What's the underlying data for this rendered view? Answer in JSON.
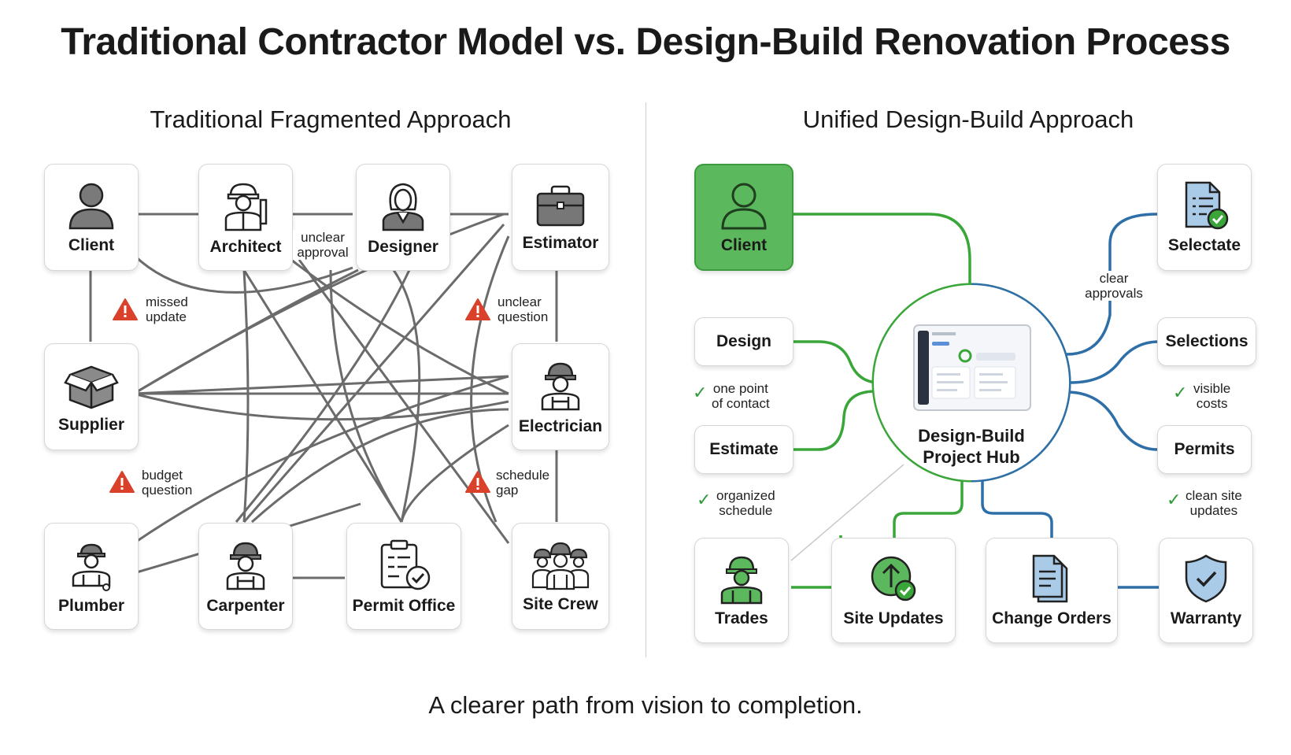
{
  "title": "Traditional Contractor Model vs. Design-Build Renovation Process",
  "left": {
    "heading": "Traditional Fragmented Approach",
    "cards": {
      "client": "Client",
      "architect": "Architect",
      "designer": "Designer",
      "estimator": "Estimator",
      "supplier": "Supplier",
      "electrician": "Electrician",
      "plumber": "Plumber",
      "carpenter": "Carpenter",
      "permit_office": "Permit Office",
      "site_crew": "Site Crew"
    },
    "notes": {
      "unclear_approval": [
        "unclear",
        "approval"
      ],
      "missed_update": [
        "missed",
        "update"
      ],
      "unclear_question": [
        "unclear",
        "question"
      ],
      "budget_question": [
        "budget",
        "question"
      ],
      "schedule_gap": [
        "schedule",
        "gap"
      ]
    }
  },
  "right": {
    "heading": "Unified Design-Build Approach",
    "hub": [
      "Design-Build",
      "Project Hub"
    ],
    "cards": {
      "client": "Client",
      "selectate": "Selectate",
      "design": "Design",
      "estimate": "Estimate",
      "selections": "Selections",
      "permits": "Permits",
      "trades": "Trades",
      "site_updates": "Site Updates",
      "change_orders": "Change Orders",
      "warranty": "Warranty"
    },
    "notes": {
      "clear_approvals": [
        "clear",
        "approvals"
      ],
      "one_point": [
        "one point",
        "of contact"
      ],
      "organized_schedule": [
        "organized",
        "schedule"
      ],
      "visible_costs": [
        "visible",
        "costs"
      ],
      "clean_site": [
        "clean site",
        "updates"
      ]
    }
  },
  "footer": "A clearer path from vision to completion.",
  "colors": {
    "green": "#3aa63a",
    "blue": "#2f6fa8",
    "gray_line": "#6b6b6b",
    "warning": "#d9412b",
    "client_fill": "#5cb85c"
  },
  "icons": {
    "client": "person-icon",
    "architect": "architect-icon",
    "designer": "designer-icon",
    "estimator": "briefcase-icon",
    "supplier": "box-icon",
    "electrician": "hardhat-worker-icon",
    "plumber": "plumber-icon",
    "carpenter": "hardhat-worker-icon",
    "permit_office": "clipboard-check-icon",
    "site_crew": "crew-icon",
    "selectate": "document-check-icon",
    "trades": "hardhat-worker-icon",
    "site_updates": "upload-check-icon",
    "change_orders": "documents-icon",
    "warranty": "shield-check-icon",
    "warning": "warning-icon",
    "check": "check-icon"
  }
}
